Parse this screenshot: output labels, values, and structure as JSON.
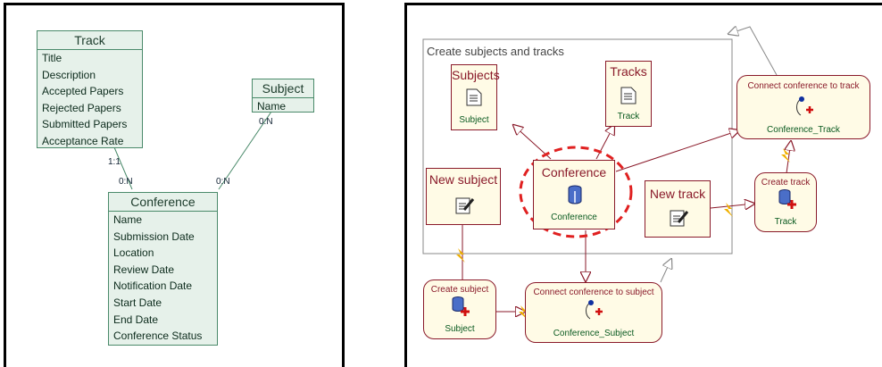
{
  "uml": {
    "track": {
      "name": "Track",
      "attributes": [
        "Title",
        "Description",
        "Accepted Papers",
        "Rejected Papers",
        "Submitted Papers",
        "Acceptance Rate"
      ]
    },
    "subject": {
      "name": "Subject",
      "attributes": [
        "Name"
      ]
    },
    "conference": {
      "name": "Conference",
      "attributes": [
        "Name",
        "Submission Date",
        "Location",
        "Review Date",
        "Notification Date",
        "Start Date",
        "End Date",
        "Conference Status"
      ]
    },
    "multiplicities": {
      "track_conf_top": "1:1",
      "track_conf_bottom": "0:N",
      "subject_conf_top": "0:N",
      "subject_conf_bottom": "0:N"
    }
  },
  "flow": {
    "group_label": "Create subjects and tracks",
    "subjects": {
      "title": "Subjects",
      "sub": "Subject"
    },
    "tracks": {
      "title": "Tracks",
      "sub": "Track"
    },
    "connect_track": {
      "title": "Connect conference to track",
      "sub": "Conference_Track"
    },
    "new_subject": {
      "title": "New subject"
    },
    "conference": {
      "title": "Conference",
      "sub": "Conference"
    },
    "new_track": {
      "title": "New track"
    },
    "create_track": {
      "title": "Create track",
      "sub": "Track"
    },
    "create_subject": {
      "title": "Create subject",
      "sub": "Subject"
    },
    "connect_subject": {
      "title": "Connect conference to subject",
      "sub": "Conference_Subject"
    }
  },
  "colors": {
    "uml_fill": "#e6f1ea",
    "uml_border": "#4a8a6a",
    "node_fill": "#fffbe6",
    "node_border": "#8a1a2a",
    "highlight": "#e02020",
    "bolt": "#f0b000"
  }
}
